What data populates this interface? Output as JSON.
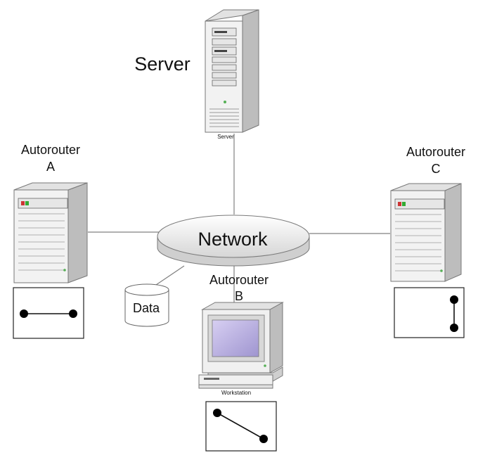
{
  "nodes": {
    "server": {
      "label": "Server",
      "caption": "Server"
    },
    "router_a": {
      "label_line1": "Autorouter",
      "label_line2": "A"
    },
    "router_b": {
      "label_line1": "Autorouter",
      "label_line2": "B",
      "caption": "Workstation"
    },
    "router_c": {
      "label_line1": "Autorouter",
      "label_line2": "C"
    },
    "network": {
      "label": "Network"
    },
    "data": {
      "label": "Data"
    }
  },
  "colors": {
    "case": "#f0f0f0",
    "case_side": "#c8c8c8",
    "screen": "#b8aee0",
    "line": "#808080",
    "network_fill": "#ececec"
  }
}
